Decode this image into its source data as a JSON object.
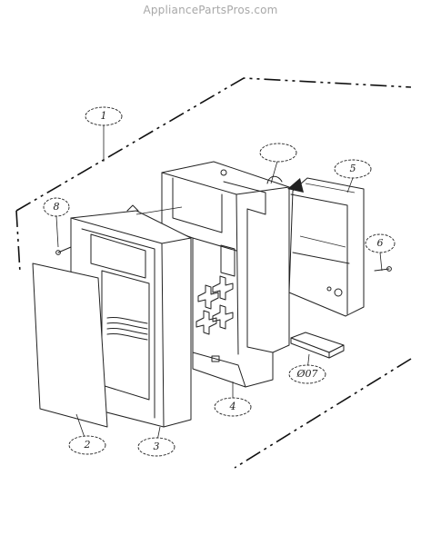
{
  "watermark": "AppliancePartsPros.com",
  "callouts": [
    {
      "id": "c1",
      "label": "1"
    },
    {
      "id": "c2",
      "label": "2"
    },
    {
      "id": "c3",
      "label": "3"
    },
    {
      "id": "c4",
      "label": "4"
    },
    {
      "id": "c5",
      "label": "5"
    },
    {
      "id": "c6",
      "label": "6"
    },
    {
      "id": "c7",
      "label": "Ø07"
    },
    {
      "id": "c8",
      "label": "8"
    },
    {
      "id": "c9",
      "label": ""
    }
  ]
}
